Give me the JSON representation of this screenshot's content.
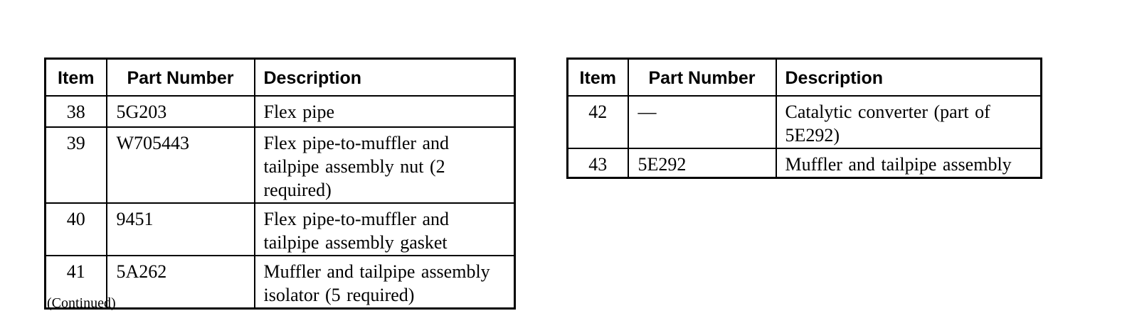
{
  "page": {
    "background_color": "#ffffff",
    "text_color": "#000000",
    "border_color": "#000000"
  },
  "tables": [
    {
      "name": "parts-table-items-38-41",
      "headers": [
        "Item",
        "Part Number",
        "Description"
      ],
      "rows": [
        {
          "item": "38",
          "part": "5G203",
          "desc": "Flex pipe"
        },
        {
          "item": "39",
          "part": "W705443",
          "desc": "Flex pipe-to-muffler and tailpipe assembly nut (2 required)"
        },
        {
          "item": "40",
          "part": "9451",
          "desc": "Flex pipe-to-muffler and tailpipe assembly gasket"
        },
        {
          "item": "41",
          "part": "5A262",
          "desc": "Muffler and tailpipe assembly isolator (5 required)"
        }
      ],
      "footnote": "(Continued)"
    },
    {
      "name": "parts-table-items-42-43",
      "headers": [
        "Item",
        "Part Number",
        "Description"
      ],
      "rows": [
        {
          "item": "42",
          "part": "—",
          "desc": "Catalytic converter (part of 5E292)"
        },
        {
          "item": "43",
          "part": "5E292",
          "desc": "Muffler and tailpipe assembly"
        }
      ]
    }
  ]
}
